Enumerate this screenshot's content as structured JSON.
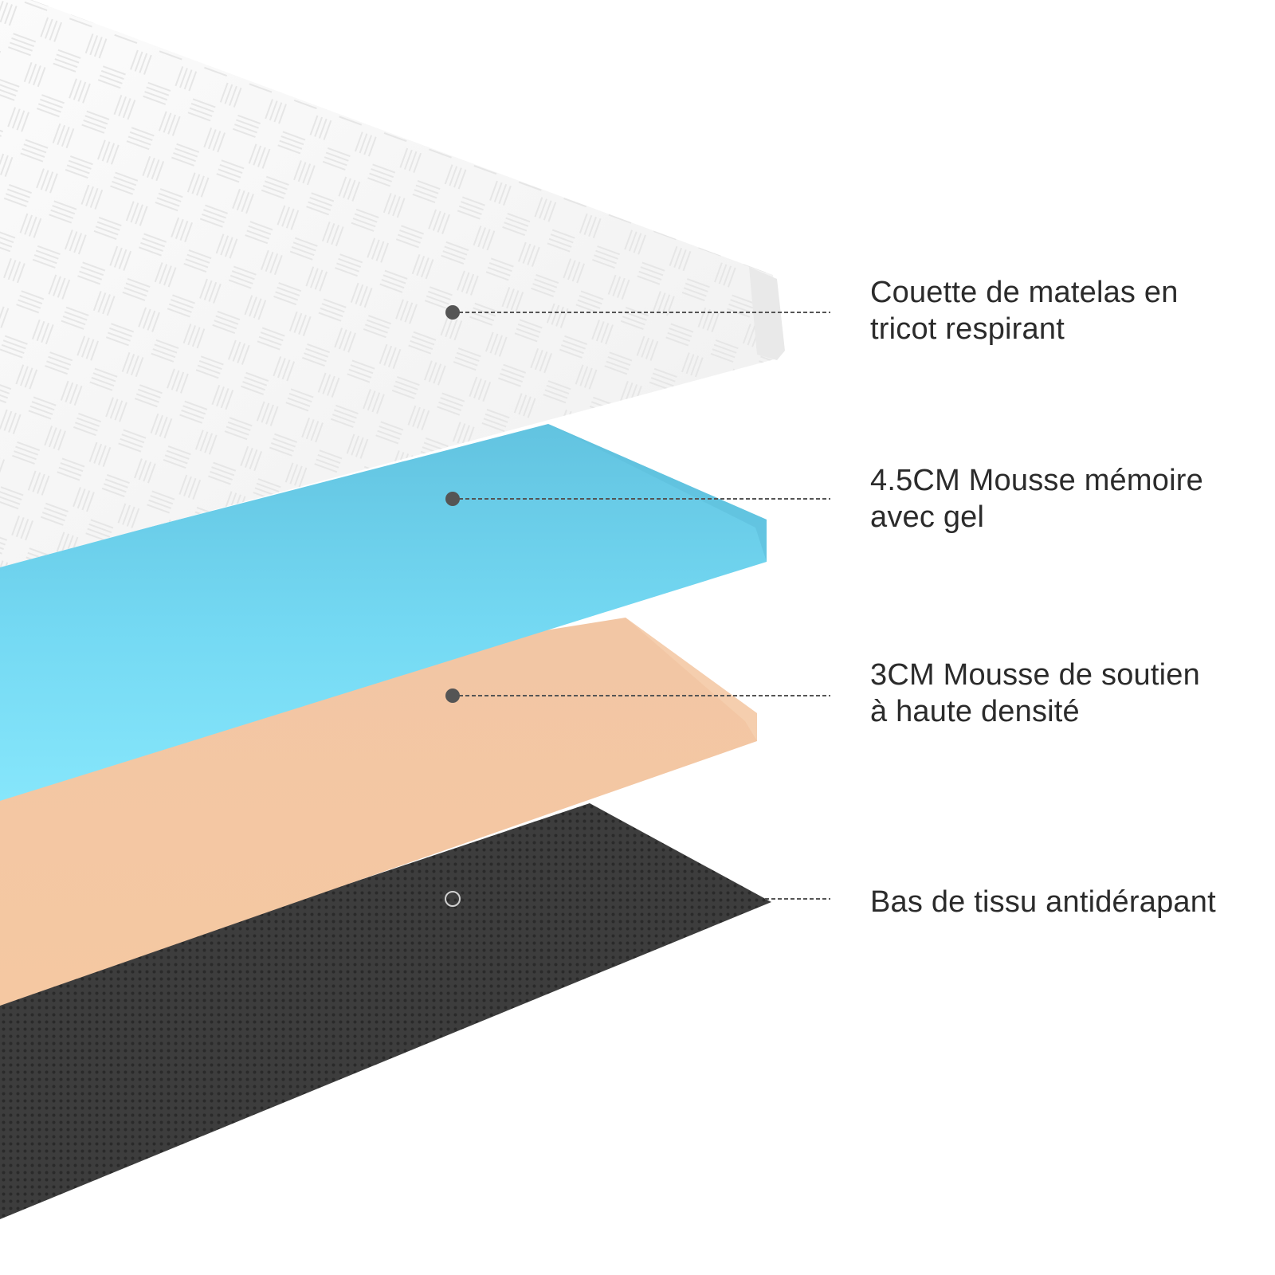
{
  "layers": [
    {
      "id": "knit-cover",
      "lines": [
        "Couette de matelas en",
        "tricot respirant"
      ],
      "color": "#f4f4f4"
    },
    {
      "id": "gel-memory-foam",
      "lines": [
        "4.5CM Mousse mémoire",
        "avec gel"
      ],
      "color": "#6cd3ec"
    },
    {
      "id": "support-foam",
      "lines": [
        "3CM Mousse de soutien",
        "à haute densité"
      ],
      "color": "#f3c4a0"
    },
    {
      "id": "non-slip-bottom",
      "lines": [
        "Bas de tissu antidérapant"
      ],
      "color": "#3a3a3a"
    }
  ]
}
